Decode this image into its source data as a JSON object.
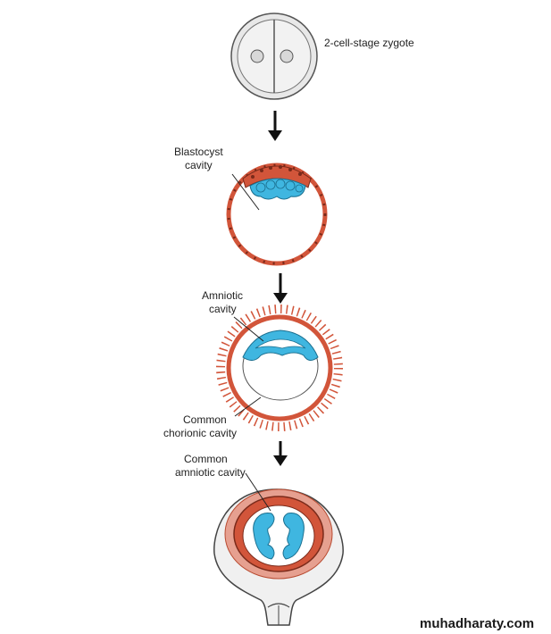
{
  "labels": {
    "zygote": "2-cell-stage zygote",
    "blastocyst_line1": "Blastocyst",
    "blastocyst_line2": "cavity",
    "amniotic_line1": "Amniotic",
    "amniotic_line2": "cavity",
    "chorionic_line1": "Common",
    "chorionic_line2": "chorionic cavity",
    "common_amniotic_line1": "Common",
    "common_amniotic_line2": "amniotic cavity"
  },
  "watermark": "muhadharaty.com",
  "colors": {
    "trophoblast": "#d2553a",
    "trophoblast_dark": "#7a2a1a",
    "inner_cell_mass": "#3fb6e0",
    "cell_outline": "#444444",
    "arrow": "#111111",
    "text": "#222222"
  }
}
